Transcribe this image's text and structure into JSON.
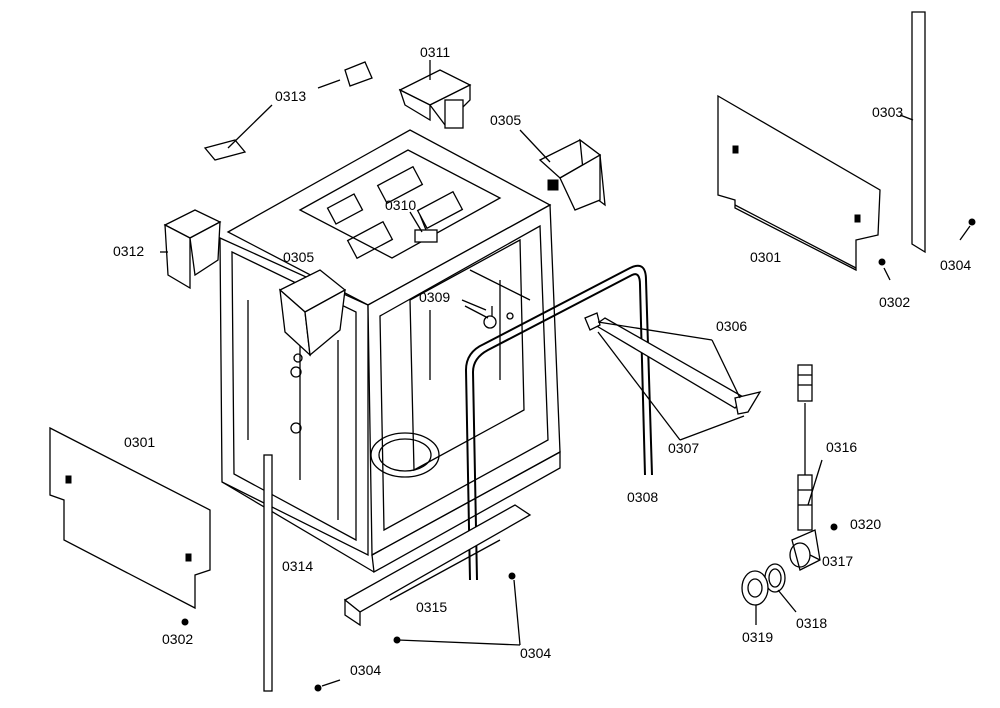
{
  "labels": {
    "p0301_left": "0301",
    "p0301_right": "0301",
    "p0302_left": "0302",
    "p0302_right": "0302",
    "p0303": "0303",
    "p0304_right": "0304",
    "p0304_bottom_left": "0304",
    "p0304_bottom_mid": "0304",
    "p0305_top": "0305",
    "p0305_left": "0305",
    "p0306": "0306",
    "p0307": "0307",
    "p0308": "0308",
    "p0309": "0309",
    "p0310": "0310",
    "p0311": "0311",
    "p0312": "0312",
    "p0313": "0313",
    "p0314": "0314",
    "p0315": "0315",
    "p0316": "0316",
    "p0317": "0317",
    "p0318": "0318",
    "p0319": "0319",
    "p0320": "0320"
  }
}
